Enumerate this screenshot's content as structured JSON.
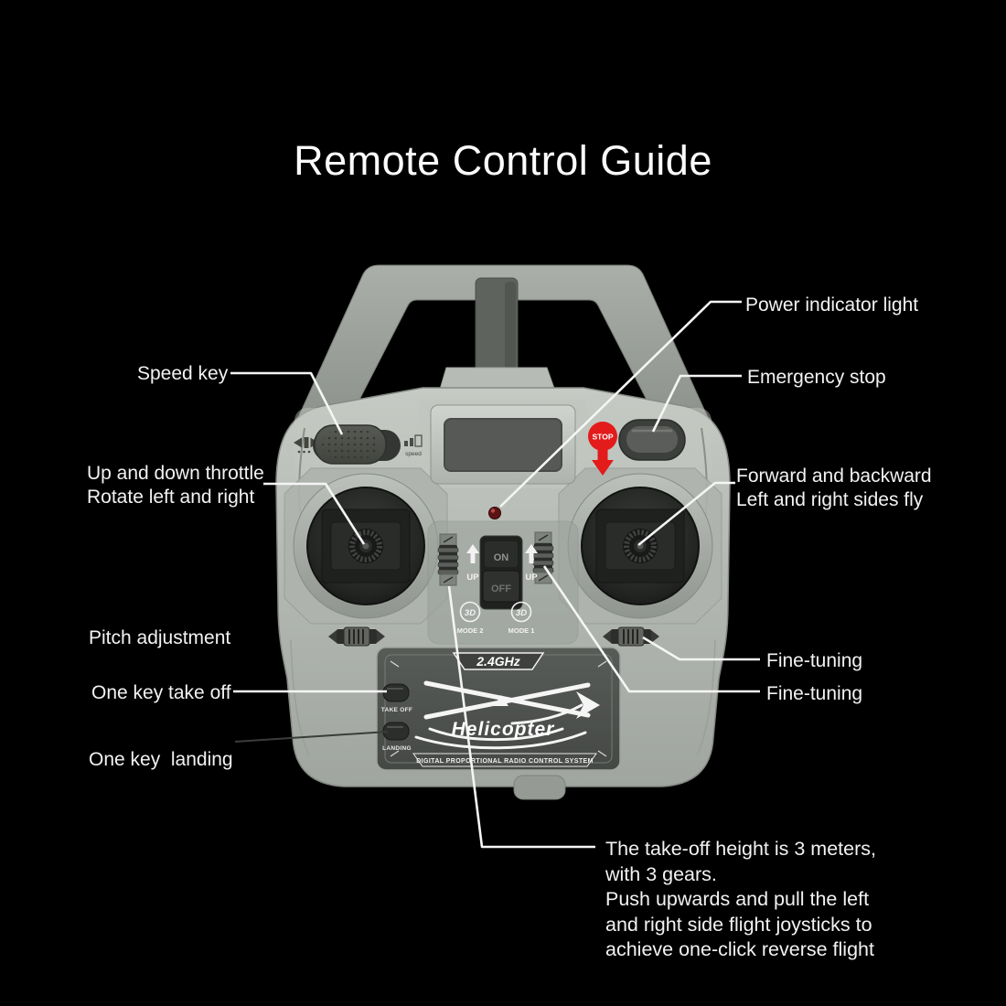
{
  "title": "Remote Control Guide",
  "labels": {
    "speed_key": "Speed key",
    "throttle_line1": "Up and down throttle",
    "throttle_line2": "Rotate left and right",
    "pitch": "Pitch adjustment",
    "one_key_take_off": "One key take off",
    "one_key_landing": "One key  landing",
    "power_indicator": "Power indicator light",
    "emergency_stop": "Emergency stop",
    "forward_line1": "Forward and backward",
    "forward_line2": "Left and right sides fly",
    "fine_tuning": "Fine-tuning"
  },
  "note": {
    "line1": "The take-off height is 3 meters,",
    "line2": "with 3 gears.",
    "line3": "Push upwards and pull the left",
    "line4": "and right side flight joysticks to",
    "line5": "achieve one-click reverse flight"
  },
  "device": {
    "stop_badge": "STOP",
    "switch_on": "ON",
    "switch_off": "OFF",
    "up_label": "UP",
    "mode_logo": "3D",
    "mode_left": "MODE 2",
    "mode_right": "MODE 1",
    "band": "2.4GHz",
    "take_off_button": "TAKE OFF",
    "landing_button": "LANDING",
    "brand": "Helicopter",
    "system_text": "DIGITAL PROPORTIONAL RADIO CONTROL SYSTEM",
    "speed_hint": "speed"
  },
  "colors": {
    "background": "#000000",
    "body_gray": "#b3b8b2",
    "panel_dark": "#4e524e",
    "accent_red": "#e31b1b",
    "callout_white": "#f5f5f5"
  }
}
